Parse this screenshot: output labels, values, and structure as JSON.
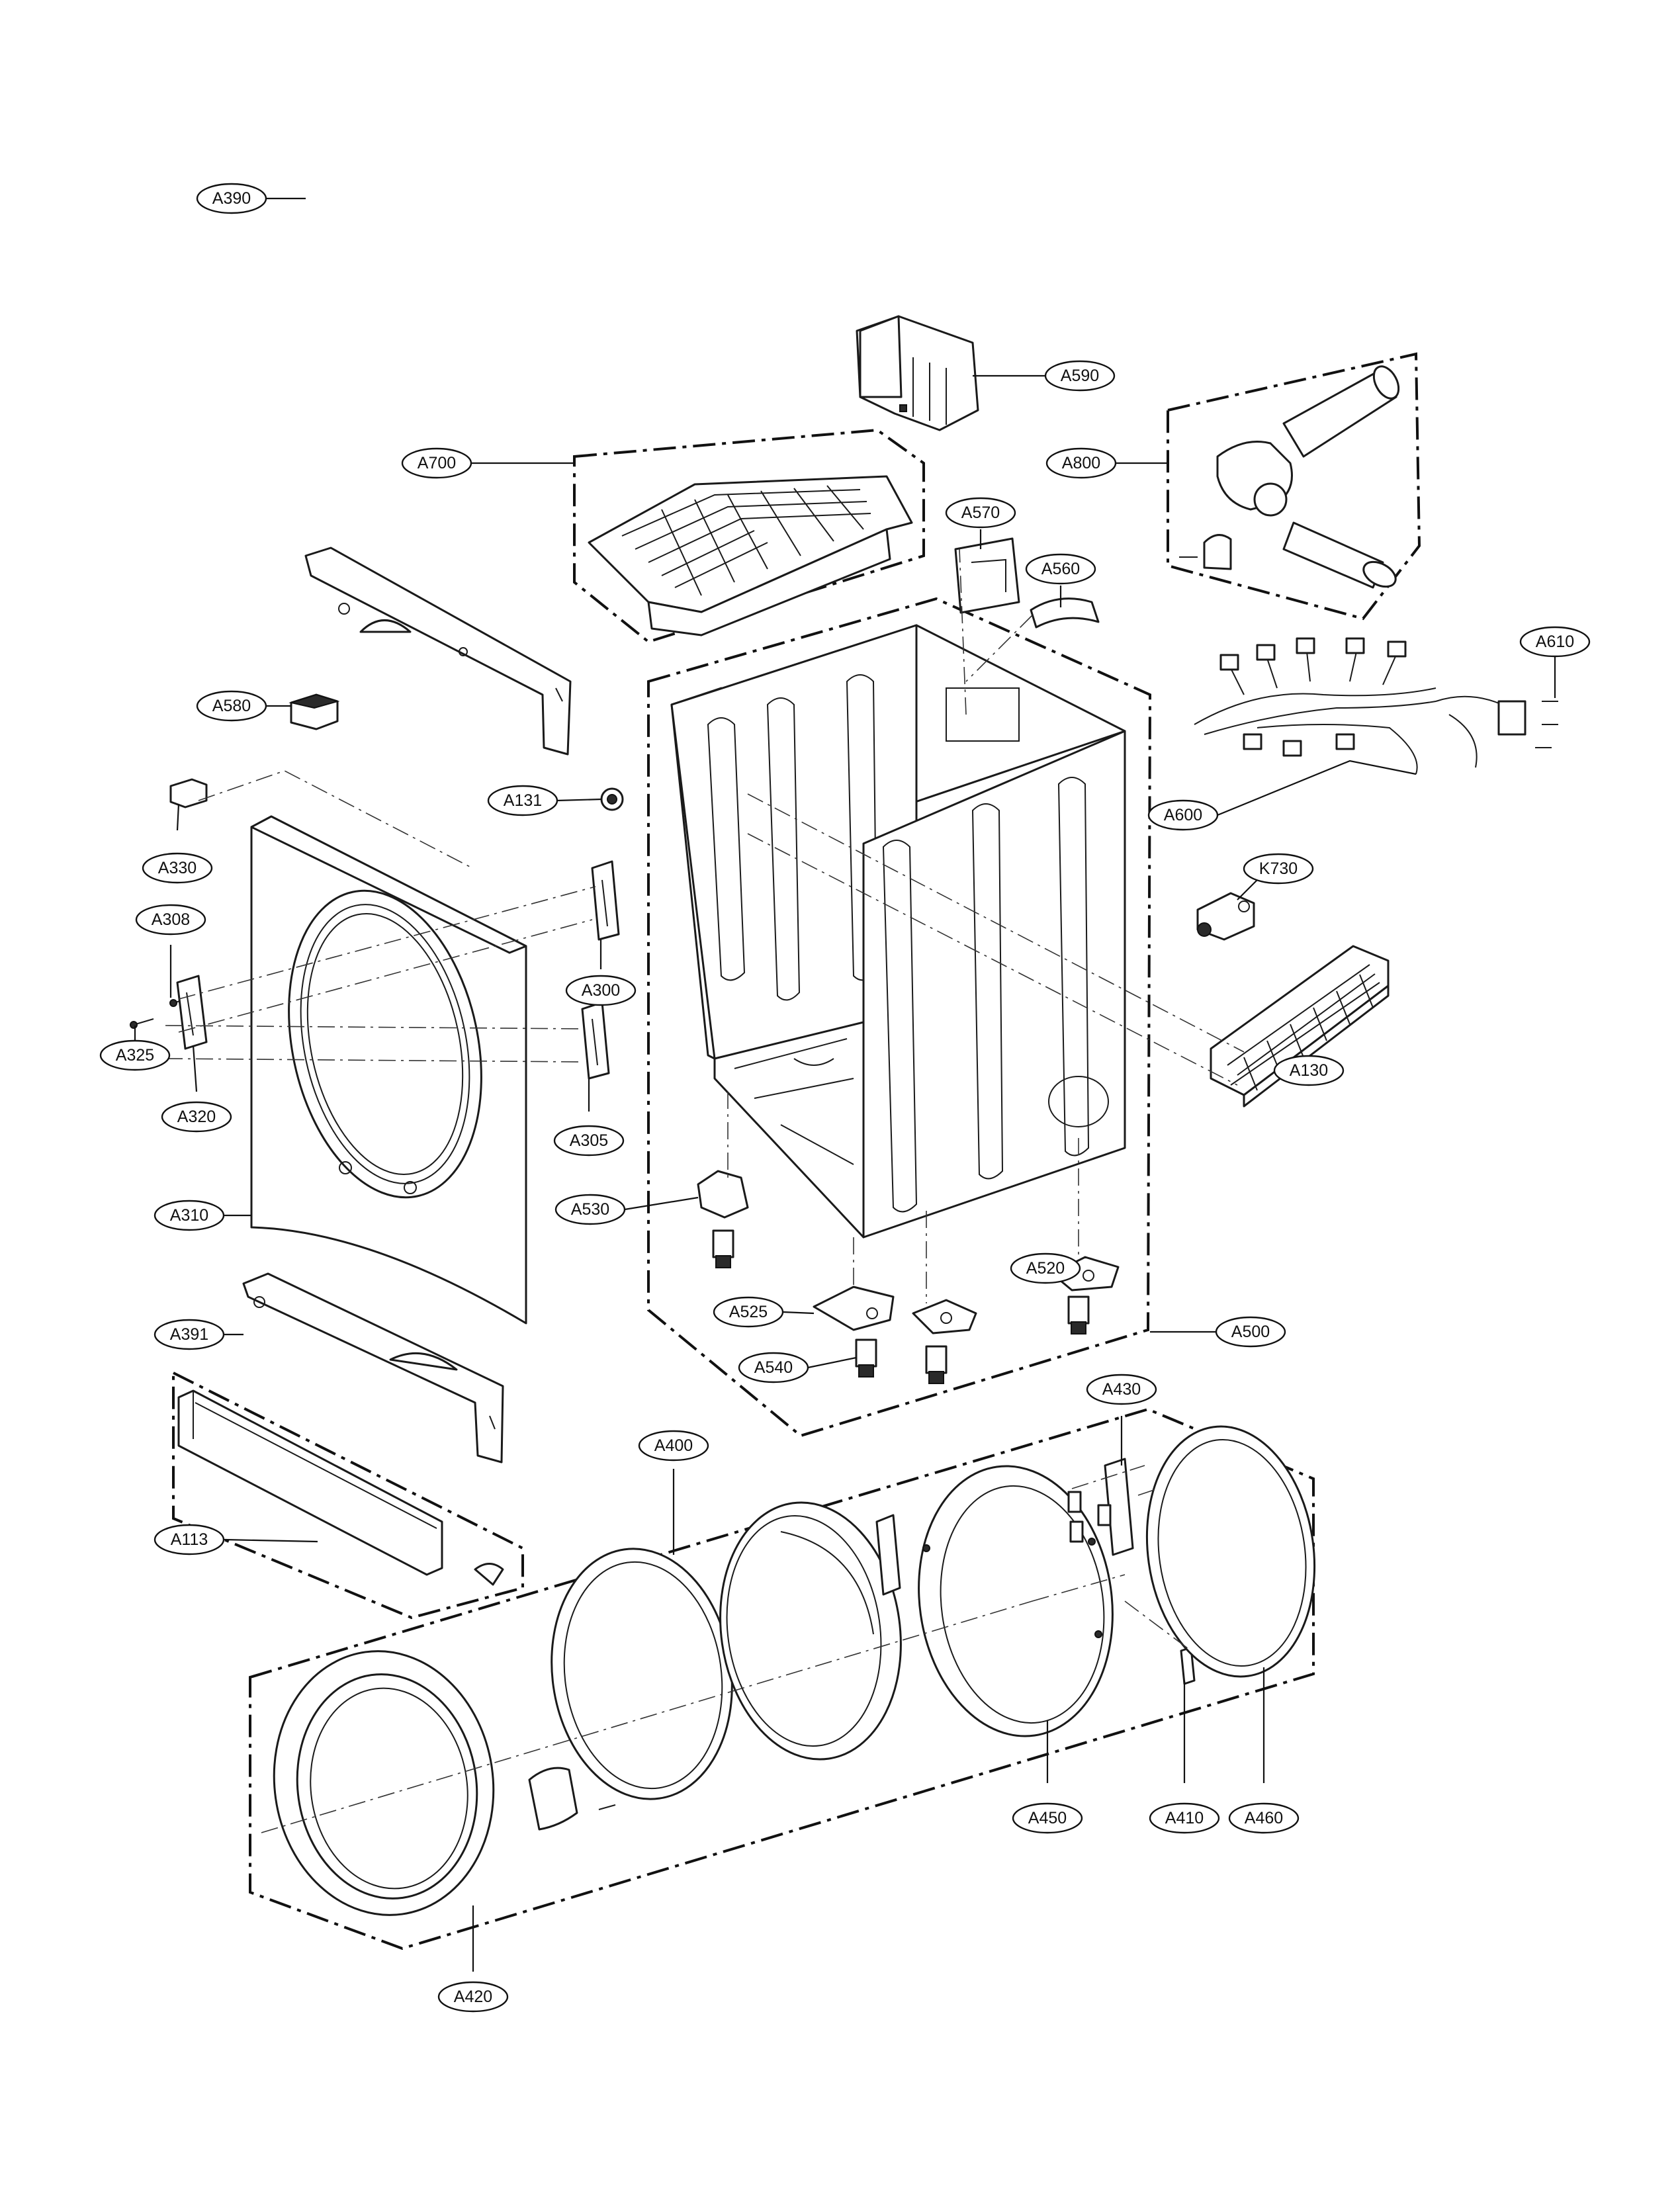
{
  "labels": {
    "A590": "A590",
    "A700": "A700",
    "A800": "A800",
    "A570": "A570",
    "A560": "A560",
    "A390": "A390",
    "A580": "A580",
    "A610": "A610",
    "A131": "A131",
    "A600": "A600",
    "A330": "A330",
    "K730": "K730",
    "A308": "A308",
    "A300": "A300",
    "A325": "A325",
    "A130": "A130",
    "A320": "A320",
    "A305": "A305",
    "A530": "A530",
    "A310": "A310",
    "A520": "A520",
    "A525": "A525",
    "A391": "A391",
    "A500": "A500",
    "A540": "A540",
    "A430": "A430",
    "A400": "A400",
    "A113": "A113",
    "A450": "A450",
    "A410": "A410",
    "A460": "A460",
    "A420": "A420"
  }
}
